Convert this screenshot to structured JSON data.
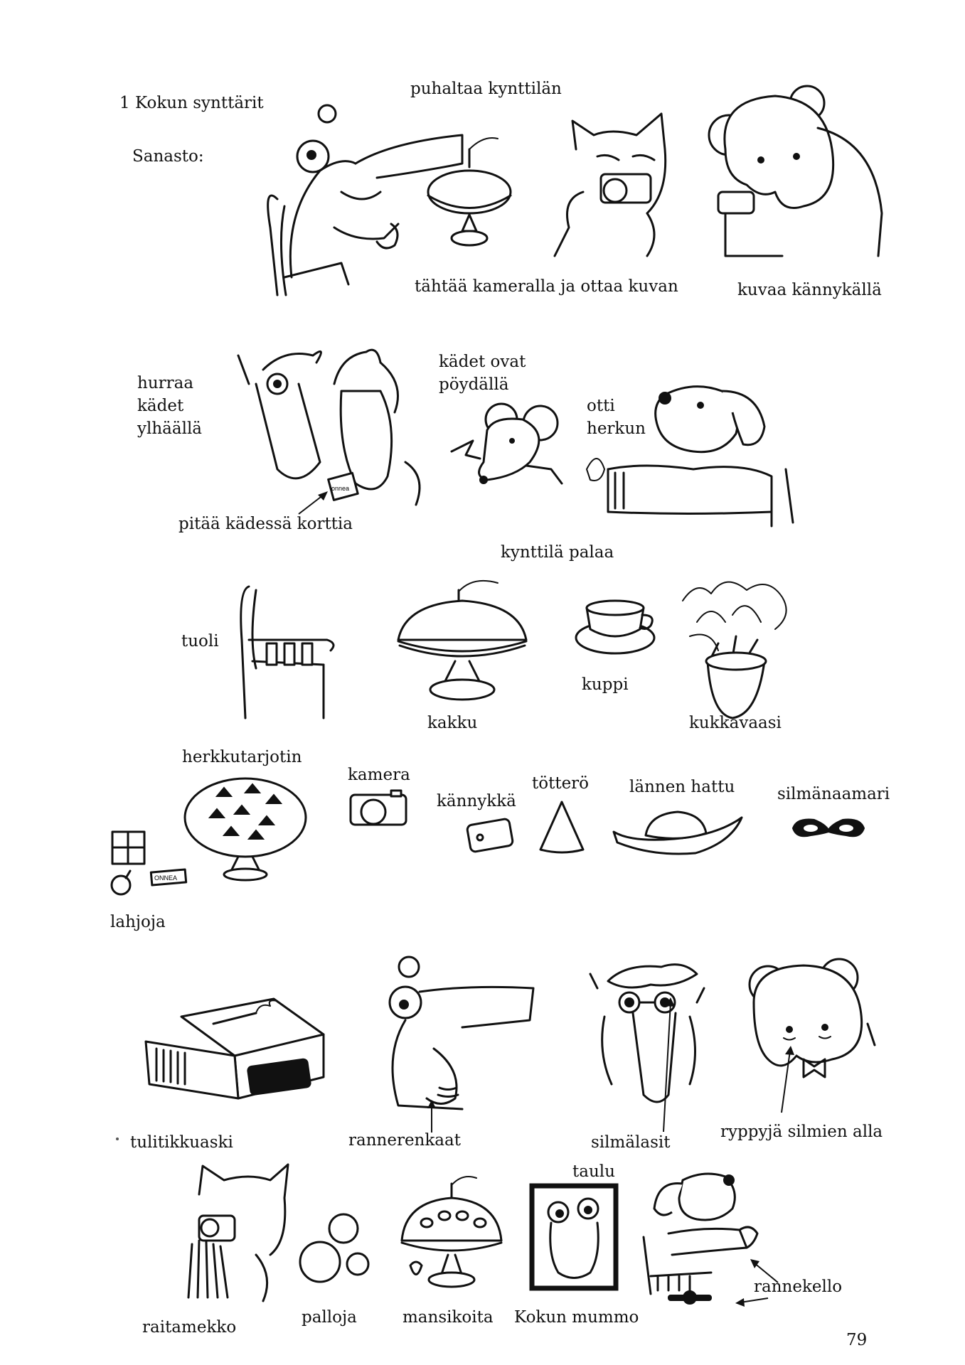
{
  "header": {
    "chapter_title": "1 Kokun synttärit",
    "section_label": "Sanasto:"
  },
  "labels": {
    "blow_candle": "puhaltaa kynttilän",
    "aim_camera": "tähtää kameralla ja ottaa kuvan",
    "film_phone": "kuvaa kännykällä",
    "cheer_line1": "hurraa",
    "cheer_line2": "kädet",
    "cheer_line3": "ylhäällä",
    "hands_table_line1": "kädet ovat",
    "hands_table_line2": "pöydällä",
    "took_treat_line1": "otti",
    "took_treat_line2": "herkun",
    "holds_card": "pitää kädessä korttia",
    "candle_burns": "kynttilä palaa",
    "chair": "tuoli",
    "cake": "kakku",
    "cup": "kuppi",
    "flower_vase": "kukkavaasi",
    "treat_tray": "herkkutarjotin",
    "camera": "kamera",
    "phone": "kännykkä",
    "party_hat": "tötterö",
    "western_hat": "lännen hattu",
    "eye_mask": "silmänaamari",
    "gifts": "lahjoja",
    "matchbox": "tulitikkuaski",
    "bracelets": "rannerenkaat",
    "glasses": "silmälasit",
    "wrinkles": "ryppyjä silmien alla",
    "painting": "taulu",
    "striped_dress": "raitamekko",
    "balls": "palloja",
    "strawberries": "mansikoita",
    "granny": "Kokun mummo",
    "wristwatch": "rannekello"
  },
  "illustration_text": {
    "card_text": "onnea",
    "gift_tag_text": "ONNEA"
  },
  "footer": {
    "page_number": "79"
  },
  "icons": [
    "crocodile-icon",
    "cat-icon",
    "bear-icon",
    "horse-icon",
    "mouse-icon",
    "dog-icon",
    "chair-icon",
    "cake-icon",
    "cup-icon",
    "flower-vase-icon",
    "treat-tray-icon",
    "camera-icon",
    "phone-icon",
    "party-hat-icon",
    "western-hat-icon",
    "eye-mask-icon",
    "gift-icon",
    "matchbox-icon",
    "glasses-icon",
    "painting-icon",
    "balls-icon",
    "wristwatch-icon"
  ]
}
